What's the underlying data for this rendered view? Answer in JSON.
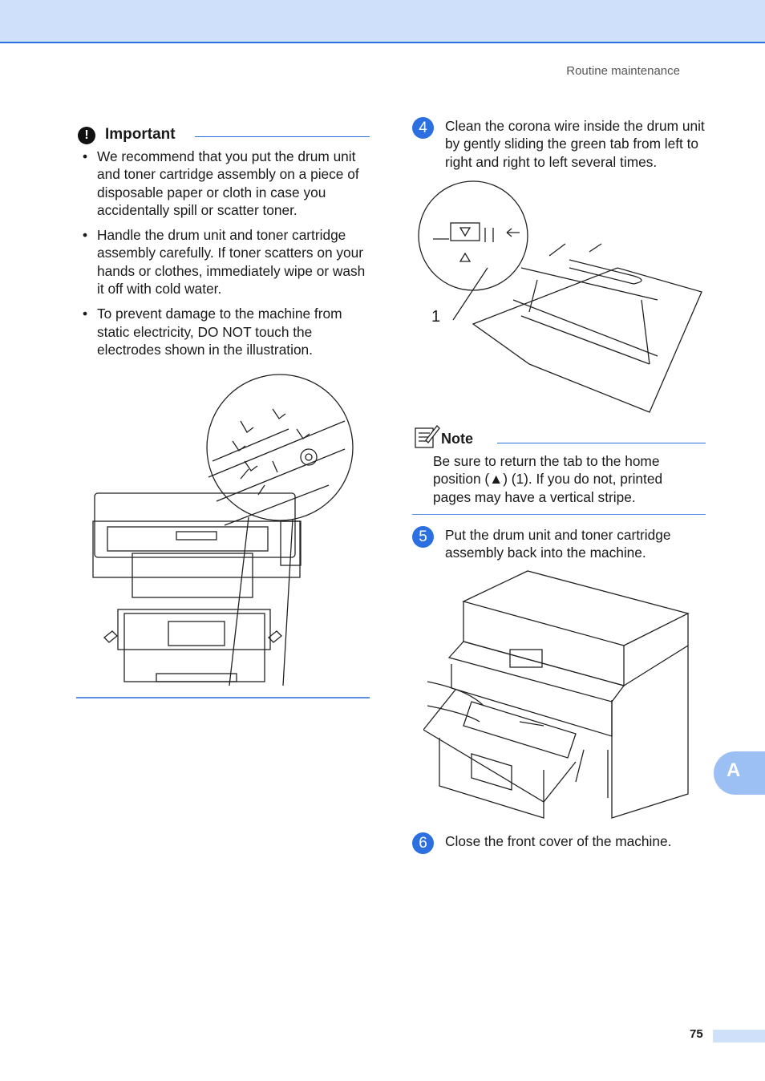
{
  "header": {
    "section_title": "Routine maintenance"
  },
  "important": {
    "title": "Important",
    "items": [
      "We recommend that you put the drum unit and toner cartridge assembly on a piece of disposable paper or cloth in case you accidentally spill or scatter toner.",
      "Handle the drum unit and toner cartridge assembly carefully. If toner scatters on your hands or clothes, immediately wipe or wash it off with cold water.",
      "To prevent damage to the machine from static electricity, DO NOT touch the electrodes shown in the illustration."
    ],
    "bullet": "•",
    "icon_glyph": "!"
  },
  "steps": [
    {
      "number": "4",
      "text": "Clean the corona wire inside the drum unit by gently sliding the green tab from left to right and right to left several times."
    },
    {
      "number": "5",
      "text": "Put the drum unit and toner cartridge assembly back into the machine."
    },
    {
      "number": "6",
      "text": "Close the front cover of the machine."
    }
  ],
  "figure_callout": "1",
  "note": {
    "title": "Note",
    "text": "Be sure to return the tab to the home position (▲) (1). If you do not, printed pages may have a vertical stripe."
  },
  "side_tab": {
    "label": "A"
  },
  "page_number": "75",
  "colors": {
    "accent": "#2c6fe0",
    "band": "#cfe0fb",
    "tab": "#9cc0f3"
  },
  "icons": {
    "important": "exclamation-icon",
    "note": "note-pencil-icon"
  }
}
